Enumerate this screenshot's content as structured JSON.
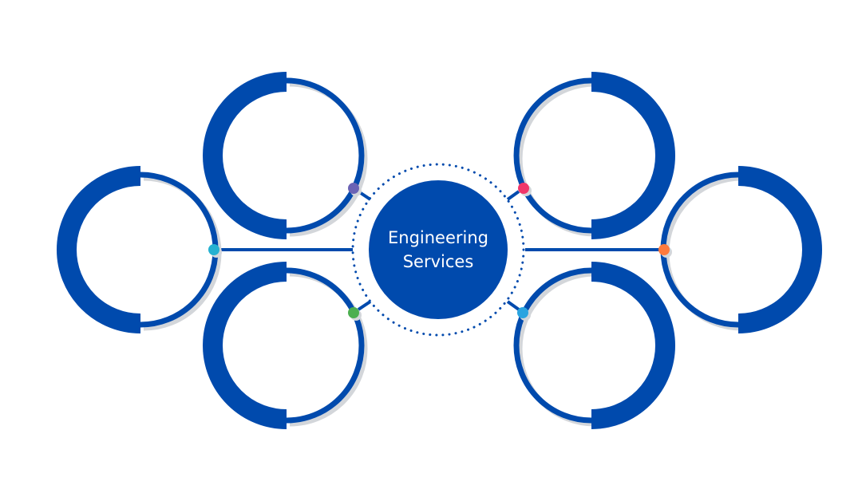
{
  "center": {
    "line1": "Engineering",
    "line2": "Services"
  },
  "colors": {
    "primary": "#004aad",
    "shadow": "#d3d6da",
    "dots": [
      "#6b63b5",
      "#25b1d1",
      "#4caf50",
      "#f0376a",
      "#2aa4e0",
      "#ff7a3d"
    ]
  },
  "nodes": [
    {
      "side": "left",
      "dot": 0
    },
    {
      "side": "left",
      "dot": 1
    },
    {
      "side": "left",
      "dot": 2
    },
    {
      "side": "right",
      "dot": 3
    },
    {
      "side": "right",
      "dot": 5
    },
    {
      "side": "right",
      "dot": 4
    }
  ]
}
